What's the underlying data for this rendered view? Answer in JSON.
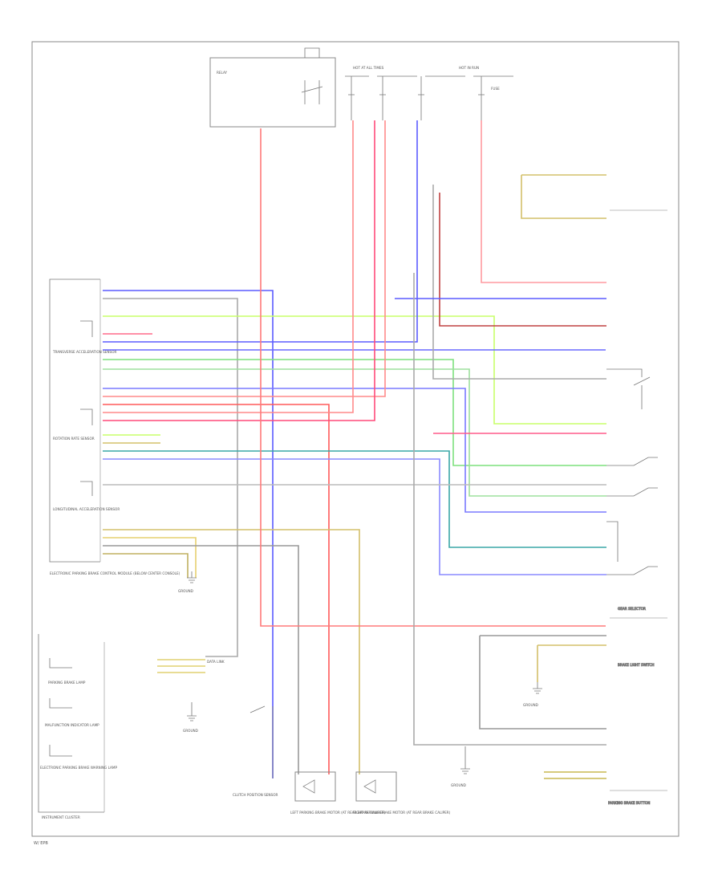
{
  "components": {
    "controlModule": "ELECTRONIC PARKING BRAKE CONTROL MODULE (BELOW CENTER CONSOLE)",
    "transverseSensor": "TRANSVERSE ACCELERATION SENSOR",
    "rotationRateSensor": "ROTATION RATE SENSOR",
    "longitudinalSensor": "LONGITUDINAL ACCELERATION SENSOR",
    "instrumentCluster": "INSTRUMENT CLUSTER",
    "parkingBrakeLamp": "PARKING BRAKE LAMP",
    "malfunctionLamp": "MALFUNCTION INDICATOR LAMP",
    "warningLamp": "ELECTRONIC PARKING BRAKE WARNING LAMP",
    "clutchSwitch": "CLUTCH POSITION SENSOR",
    "leftMotor": "LEFT PARKING BRAKE MOTOR (AT REAR BRAKE CALIPER)",
    "rightMotor": "RIGHT PARKING BRAKE MOTOR (AT REAR BRAKE CALIPER)",
    "gearSelector": "GEAR SELECTOR",
    "brakeLightSwitch": "BRAKE LIGHT SWITCH",
    "parkingBrakeButton": "PARKING BRAKE BUTTON",
    "ground1": "GROUND",
    "ground2": "GROUND",
    "ground3": "GROUND",
    "ground4": "GROUND",
    "hotAtAllTimes": "HOT AT ALL TIMES",
    "hotInRun": "HOT IN RUN",
    "fuse": "FUSE",
    "relay": "RELAY",
    "dataLink": "DATA LINK",
    "footer": "W/ EPB"
  },
  "wireColors": {
    "red": "#ff8080",
    "pink": "#ff3b6b",
    "blue": "#5b5bff",
    "yellowGreen": "#c8ff6a",
    "green": "#7de07d",
    "yellow": "#ffea70",
    "olive": "#d4c06a",
    "gray": "#999999",
    "teal": "#3aa7a7",
    "darkRed": "#c04040"
  }
}
